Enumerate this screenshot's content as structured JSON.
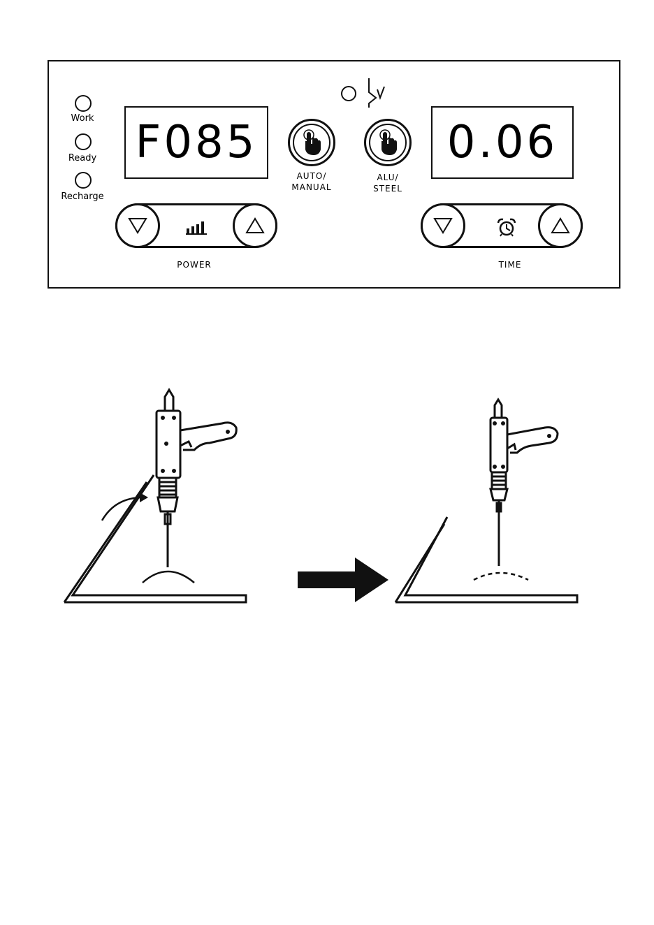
{
  "panel": {
    "indicators": [
      {
        "id": "work",
        "label": "Work"
      },
      {
        "id": "ready",
        "label": "Ready"
      },
      {
        "id": "recharge",
        "label": "Recharge"
      }
    ],
    "power_display": "F085",
    "time_display": "0.06",
    "auto_manual_label": "AUTO/\nMANUAL",
    "alu_steel_label": "ALU/\nSTEEL",
    "power_label": "POWER",
    "time_label": "TIME"
  },
  "icons": {
    "power": "signal-bars-icon",
    "time": "alarm-clock-icon",
    "down": "triangle-down-icon",
    "up": "triangle-up-icon",
    "mode": "hand-pointer-icon",
    "switch": "switch-symbol-icon",
    "arrow": "right-arrow-icon"
  }
}
